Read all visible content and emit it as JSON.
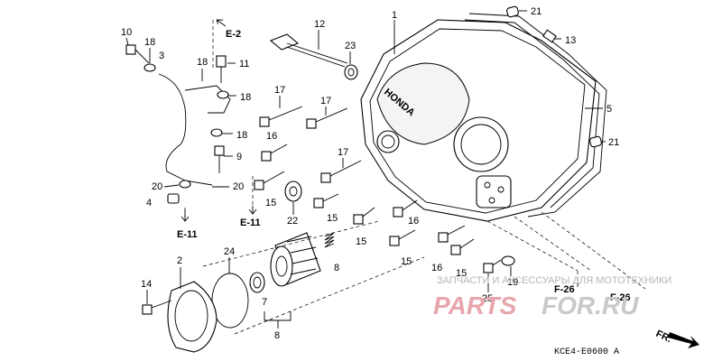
{
  "diagram": {
    "callouts": {
      "c1": "1",
      "c2": "2",
      "c3": "3",
      "c4": "4",
      "c5": "5",
      "c7": "7",
      "c8a": "8",
      "c8b": "8",
      "c9": "9",
      "c10": "10",
      "c11": "11",
      "c12": "12",
      "c13": "13",
      "c14": "14",
      "c15a": "15",
      "c15b": "15",
      "c15c": "15",
      "c15d": "15",
      "c15e": "15",
      "c16a": "16",
      "c16b": "16",
      "c16c": "16",
      "c17a": "17",
      "c17b": "17",
      "c17c": "17",
      "c18a": "18",
      "c18b": "18",
      "c18c": "18",
      "c18d": "18",
      "c19": "19",
      "c20a": "20",
      "c20b": "20",
      "c21a": "21",
      "c21b": "21",
      "c22": "22",
      "c23": "23",
      "c24": "24",
      "c25": "25"
    },
    "refs": {
      "e2": "E-2",
      "e11a": "E-11",
      "e11b": "E-11",
      "f26a": "F-26",
      "f26b": "F-26"
    },
    "direction_label": "FR.",
    "cover_logo": "HONDA",
    "diagram_code": "KCE4-E0600 A"
  },
  "watermark": {
    "tagline": "ЗАПЧАСТИ И АКСЕССУАРЫ ДЛЯ МОТОТЕХНИКИ",
    "brand_part1": "PARTS",
    "brand_part2": "FOR.RU"
  },
  "colors": {
    "brand_red": "#e8a6ad",
    "brand_gray": "#c9c9c9",
    "line": "#000000"
  }
}
